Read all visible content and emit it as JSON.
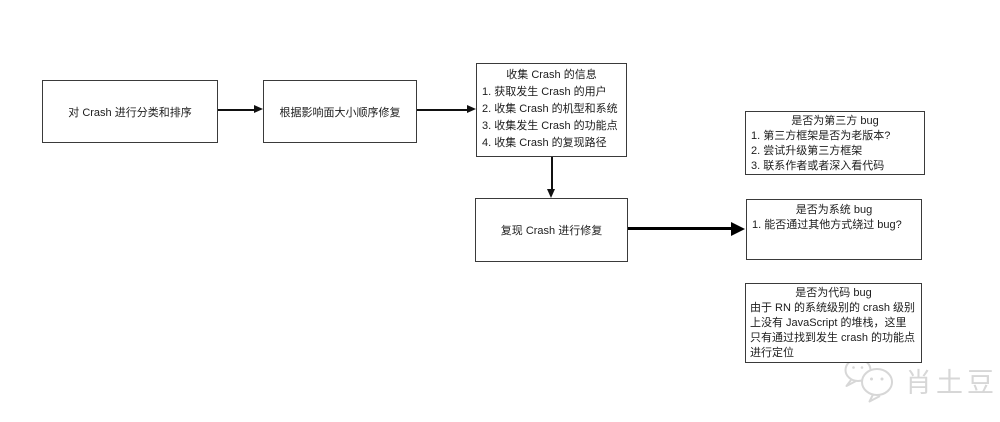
{
  "colors": {
    "background": "#ffffff",
    "box_border": "#3a3a3a",
    "text": "#1c1c1c",
    "arrow": "#111111",
    "thick_arrow": "#000000",
    "watermark": "#d7d7d7"
  },
  "flowchart": {
    "boxes": [
      {
        "id": "classify",
        "title": "对 Crash 进行分类和排序"
      },
      {
        "id": "fix-by-impact",
        "title": "根据影响面大小顺序修复"
      },
      {
        "id": "collect-info",
        "title": "收集 Crash 的信息",
        "items": [
          "1. 获取发生 Crash 的用户",
          "2. 收集 Crash 的机型和系统",
          "3. 收集发生 Crash 的功能点",
          "4. 收集 Crash 的复现路径"
        ]
      },
      {
        "id": "reproduce-fix",
        "title": "复现 Crash 进行修复"
      },
      {
        "id": "third-party-bug",
        "title": "是否为第三方 bug",
        "items": [
          "1. 第三方框架是否为老版本?",
          "2. 尝试升级第三方框架",
          "3. 联系作者或者深入看代码"
        ]
      },
      {
        "id": "system-bug",
        "title": "是否为系统 bug",
        "items": [
          "1. 能否通过其他方式绕过 bug?"
        ]
      },
      {
        "id": "code-bug",
        "title": "是否为代码 bug",
        "body": "由于 RN 的系统级别的 crash 级别上没有 JavaScript 的堆栈，这里只有通过找到发生 crash 的功能点进行定位"
      }
    ]
  },
  "watermark": {
    "text": "肖土豆",
    "icon": "wechat-icon"
  }
}
